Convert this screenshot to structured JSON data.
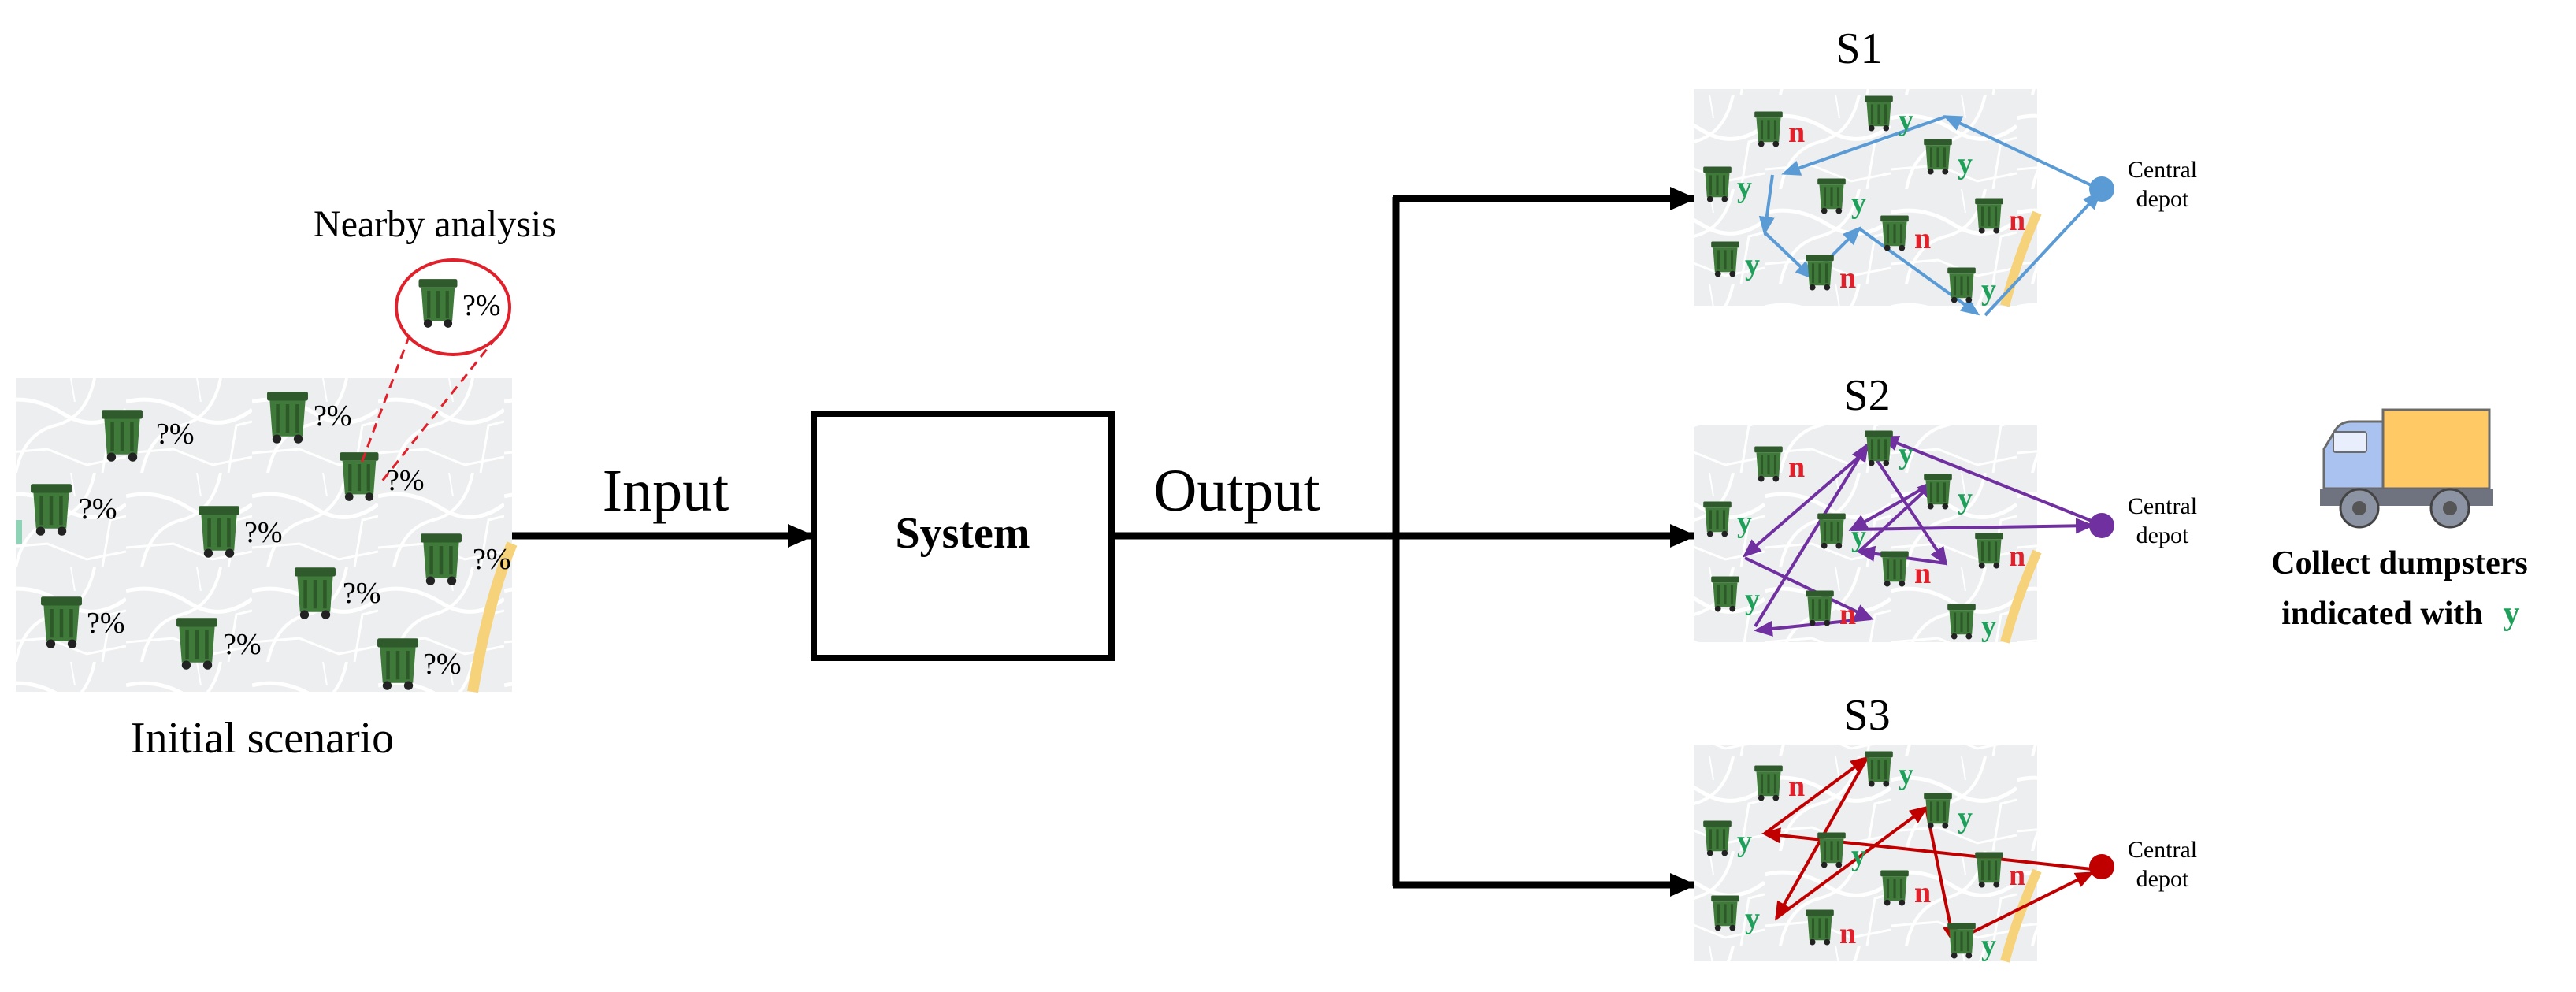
{
  "input_panel": {
    "caption": "Initial scenario",
    "callout_label": "Nearby analysis",
    "unknown_label": "?%",
    "bin_icon": "dumpster-icon"
  },
  "flow": {
    "input_label": "Input",
    "system_label": "System",
    "output_label": "Output"
  },
  "scenarios": [
    {
      "title": "S1",
      "route_color": "#5b9bd5",
      "depot_label_line1": "Central",
      "depot_label_line2": "depot"
    },
    {
      "title": "S2",
      "route_color": "#7030a0",
      "depot_label_line1": "Central",
      "depot_label_line2": "depot"
    },
    {
      "title": "S3",
      "route_color": "#c00000",
      "depot_label_line1": "Central",
      "depot_label_line2": "depot"
    }
  ],
  "bin_status": {
    "yes": "y",
    "no": "n",
    "yes_color": "#1fa05a",
    "no_color": "#e0202a"
  },
  "legend": {
    "truck_icon": "truck-icon",
    "line1": "Collect dumpsters",
    "line2_prefix": "indicated with",
    "line2_flag": "y"
  }
}
